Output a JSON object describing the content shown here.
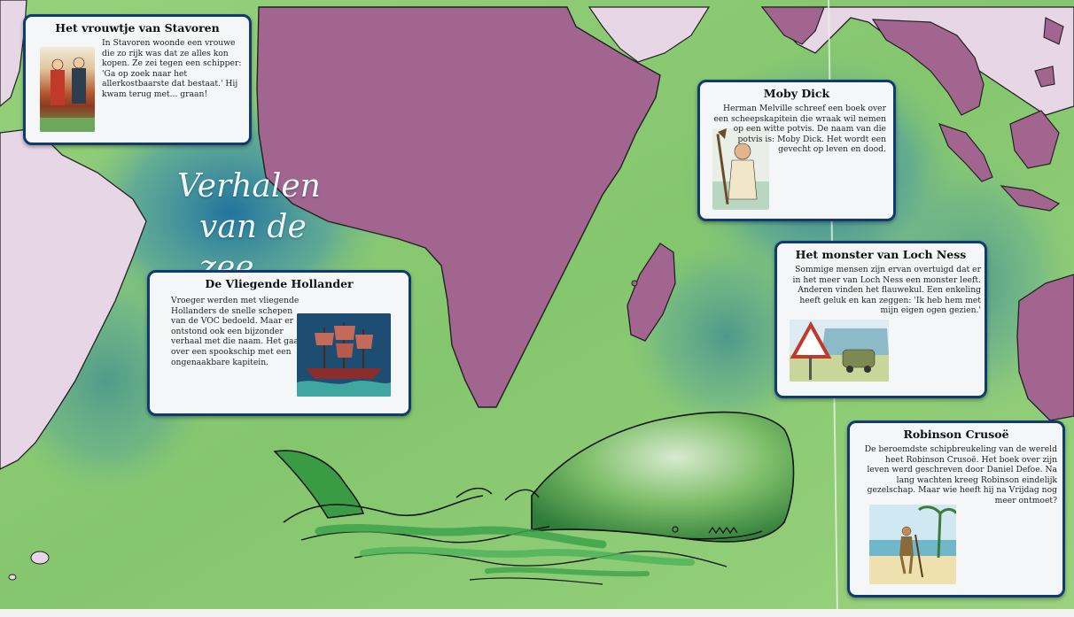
{
  "heading": {
    "line1": "Verhalen",
    "line2": "van de zee"
  },
  "colors": {
    "ocean_green": "#8ccc73",
    "ocean_blue": "#1b6fa0",
    "land_purple": "#a1658f",
    "land_lavender": "#e7d6e6",
    "card_border": "#0f3a74",
    "card_bg": "#f4f6f7"
  },
  "cards": {
    "stavoren": {
      "title": "Het vrouwtje van Stavoren",
      "text": "In Stavoren woonde een vrouwe die zo rijk was dat ze alles kon kopen. Ze zei tegen een schipper: 'Ga op zoek naar het allerkostbaarste dat bestaat.' Hij kwam terug met... graan!"
    },
    "hollander": {
      "title": "De Vliegende Hollander",
      "text": "Vroeger werden met vliegende Hollanders de snelle schepen van de VOC bedoeld. Maar er ontstond ook een bijzonder verhaal met die naam. Het gaat over een spookschip met een ongenaakbare kapitein."
    },
    "mobydick": {
      "title": "Moby Dick",
      "text": "Herman Melville schreef een boek over een scheepskapitein die wraak wil nemen op een witte potvis. De naam van die potvis is: Moby Dick. Het wordt een gevecht op leven en dood."
    },
    "lochness": {
      "title": "Het monster van Loch Ness",
      "text": "Sommige mensen zijn ervan overtuigd dat er in het meer van Loch Ness een monster leeft. Anderen vinden het flauwekul. Een enkeling heeft geluk en kan zeggen: 'Ik heb hem met mijn eigen ogen gezien.'"
    },
    "crusoe": {
      "title": "Robinson Crusoë",
      "text": "De beroemdste schipbreukeling van de wereld heet Robinson Crusoë. Het boek over zijn leven werd geschreven door Daniel Defoe. Na lang wachten kreeg Robinson eindelijk gezelschap. Maar wie heeft hij na Vrijdag nog meer ontmoet?"
    }
  },
  "icons": {
    "whale": "whale-illustration",
    "ship": "ghost-ship-illustration",
    "warning": "warning-sign-illustration"
  }
}
